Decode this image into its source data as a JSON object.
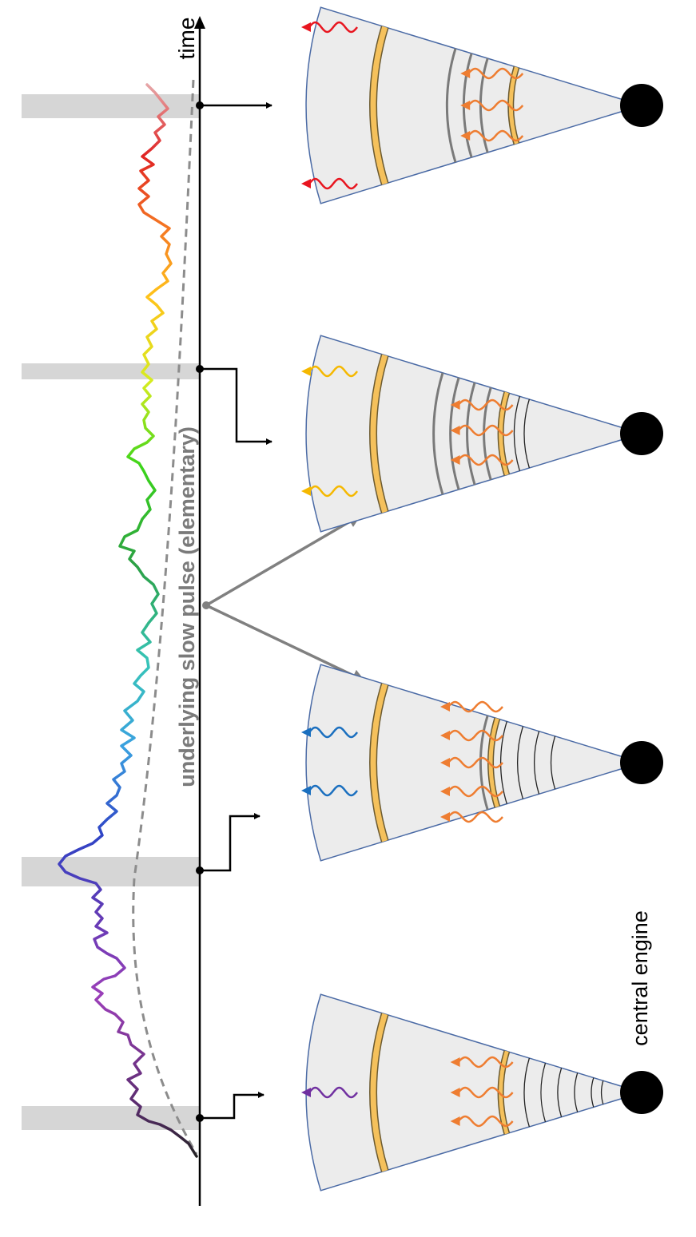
{
  "labels": {
    "time_axis": "time",
    "slow_pulse": "underlying slow pulse (elementary)",
    "engine": "central engine"
  },
  "colors": {
    "cone_fill": "#ececec",
    "cone_edge": "#4a6aa5",
    "shell": "#f5c15c",
    "shell_edge": "#6b5a30",
    "inner_shell": "#7a7a7a",
    "highlight_band": "#d6d6d6",
    "dashed_pulse": "#8c8c8c",
    "pointer_arrow": "#808080",
    "emitted_photons": "#ee7d31",
    "escaping_photons": [
      "#7030a0",
      "#1a6fbf",
      "#f5b800",
      "#e8151f"
    ]
  },
  "icons": [
    "black-hole-circle",
    "wavy-arrow",
    "shell-arc"
  ]
}
